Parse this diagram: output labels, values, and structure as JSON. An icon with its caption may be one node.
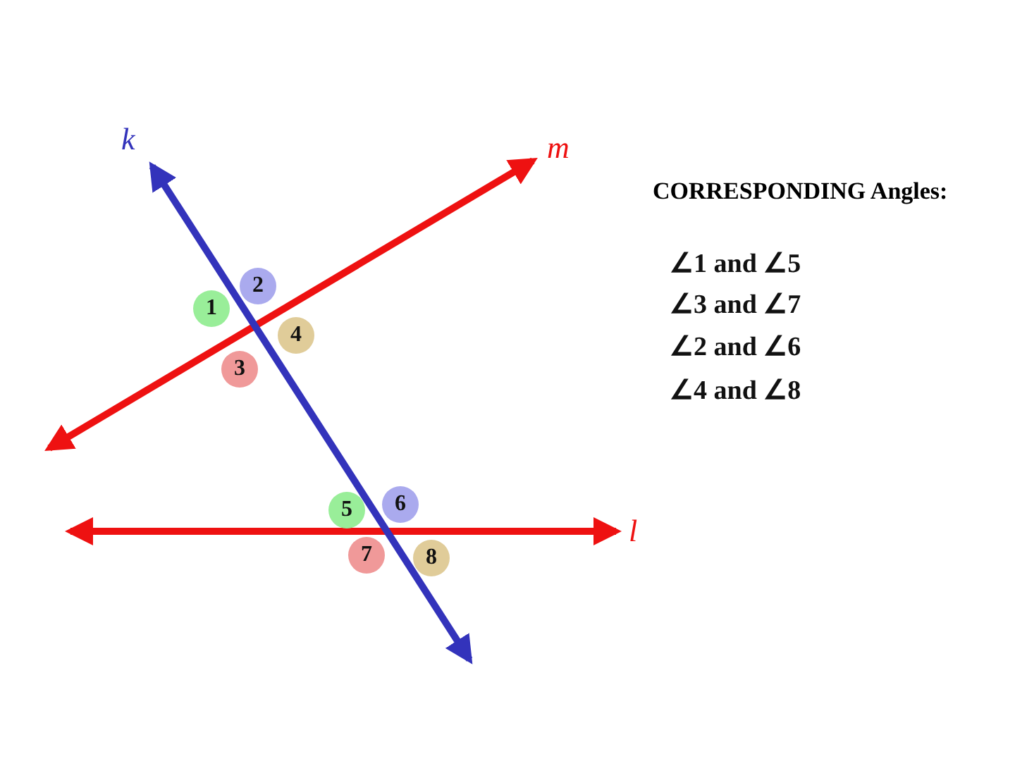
{
  "diagram": {
    "title": "CORRESPONDING Angles:",
    "nodes": [
      {
        "text": [
          "1"
        ]
      },
      {
        "text": [
          "2"
        ]
      },
      {
        "text": [
          "3"
        ]
      },
      {
        "text": [
          "4"
        ]
      },
      {
        "text": [
          "5"
        ]
      },
      {
        "text": [
          "6"
        ]
      },
      {
        "text": [
          "7"
        ]
      },
      {
        "text": [
          "8"
        ]
      }
    ],
    "labels": [
      "k",
      "m",
      "l",
      "∠1 and ∠5",
      "∠3 and ∠7",
      "∠2 and ∠6",
      "∠4 and ∠8"
    ]
  }
}
